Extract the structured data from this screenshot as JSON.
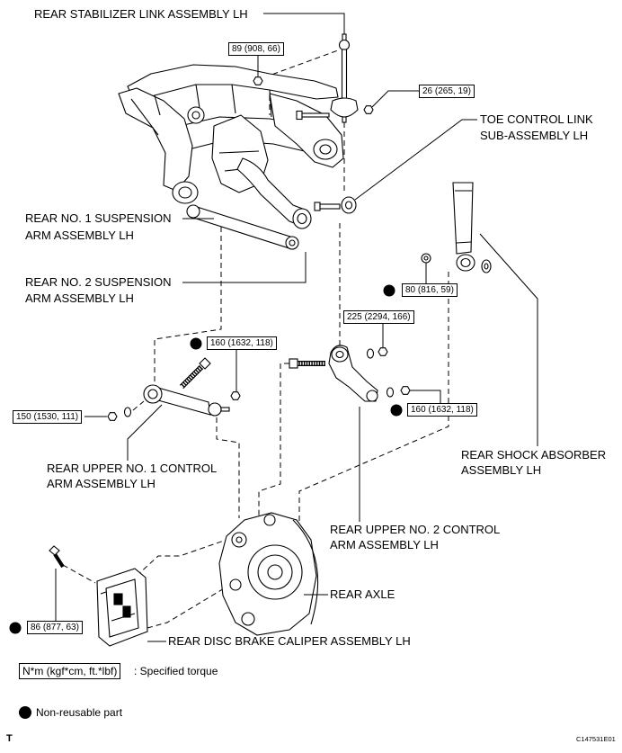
{
  "labels": {
    "stabilizer_link": "REAR STABILIZER LINK ASSEMBLY LH",
    "toe_control_link_line1": "TOE CONTROL LINK",
    "toe_control_link_line2": "SUB-ASSEMBLY LH",
    "no1_suspension_arm_line1": "REAR NO. 1 SUSPENSION",
    "no1_suspension_arm_line2": "ARM ASSEMBLY LH",
    "no2_suspension_arm_line1": "REAR NO. 2 SUSPENSION",
    "no2_suspension_arm_line2": "ARM ASSEMBLY LH",
    "upper_no1_control_arm_line1": "REAR UPPER NO. 1 CONTROL",
    "upper_no1_control_arm_line2": "ARM ASSEMBLY LH",
    "shock_absorber_line1": "REAR SHOCK ABSORBER",
    "shock_absorber_line2": "ASSEMBLY LH",
    "upper_no2_control_arm_line1": "REAR UPPER NO. 2 CONTROL",
    "upper_no2_control_arm_line2": "ARM ASSEMBLY LH",
    "rear_axle": "REAR AXLE",
    "brake_caliper": "REAR DISC BRAKE CALIPER ASSEMBLY LH"
  },
  "torque": {
    "stabilizer_upper_nut": "89 (908, 66)",
    "stabilizer_lower_nut": "26 (265, 19)",
    "shock_lower_bolt": "80 (816, 59)",
    "upper_no2_bushing_nut": "225 (2294, 166)",
    "upper_no1_ball_joint_nut": "160 (1632, 118)",
    "upper_no1_bushing_nut": "150 (1530, 111)",
    "upper_no2_ball_joint_nut": "160 (1632, 118)",
    "caliper_bolt": "86 (877, 63)"
  },
  "legend": {
    "torque_units": "N*m (kgf*cm, ft.*lbf)",
    "torque_meaning": ": Specified torque",
    "nonreusable_meaning": "Non-reusable part"
  },
  "figure": {
    "view_mark": "T",
    "code": "C147531E01"
  },
  "colors": {
    "ink": "#000000",
    "paper": "#ffffff"
  }
}
